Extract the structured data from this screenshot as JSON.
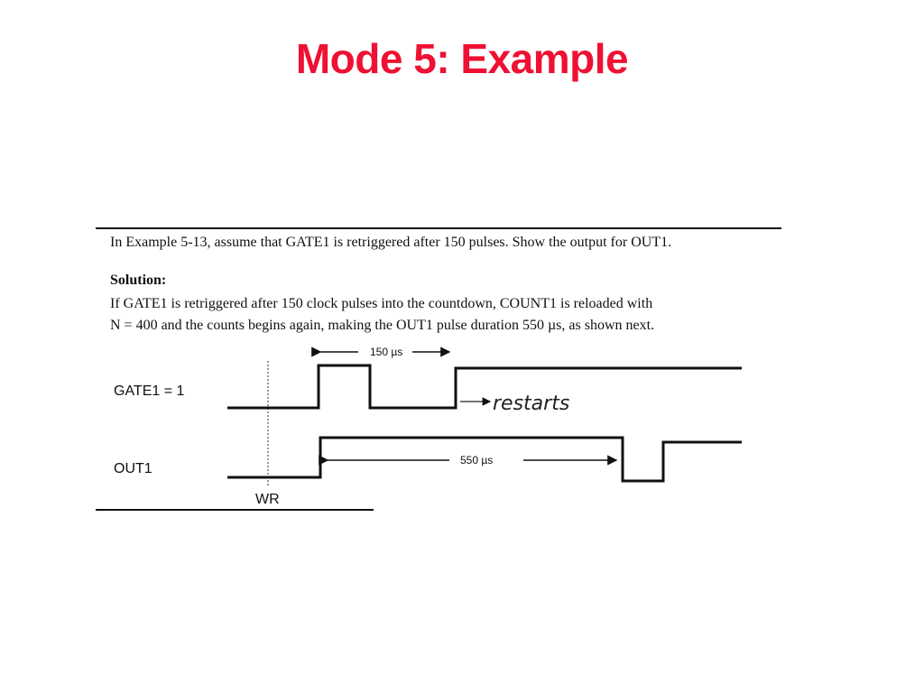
{
  "slide": {
    "title": "Mode 5: Example"
  },
  "example": {
    "problem": "In Example 5-13, assume that GATE1 is retriggered after 150 pulses. Show the output for OUT1.",
    "solution_heading": "Solution:",
    "solution_line1": "If GATE1 is retriggered after 150 clock pulses into the countdown, COUNT1 is reloaded with",
    "solution_line2": "N = 400 and the counts begins again, making the OUT1 pulse duration 550 µs, as shown next."
  },
  "timing": {
    "gate_label": "GATE1 = 1",
    "out_label": "OUT1",
    "wr_label": "WR",
    "gate_span_label": "150 µs",
    "out_span_label": "550 µs",
    "annotation": "restarts"
  },
  "colors": {
    "title": "#ee1133",
    "ink": "#111111"
  }
}
